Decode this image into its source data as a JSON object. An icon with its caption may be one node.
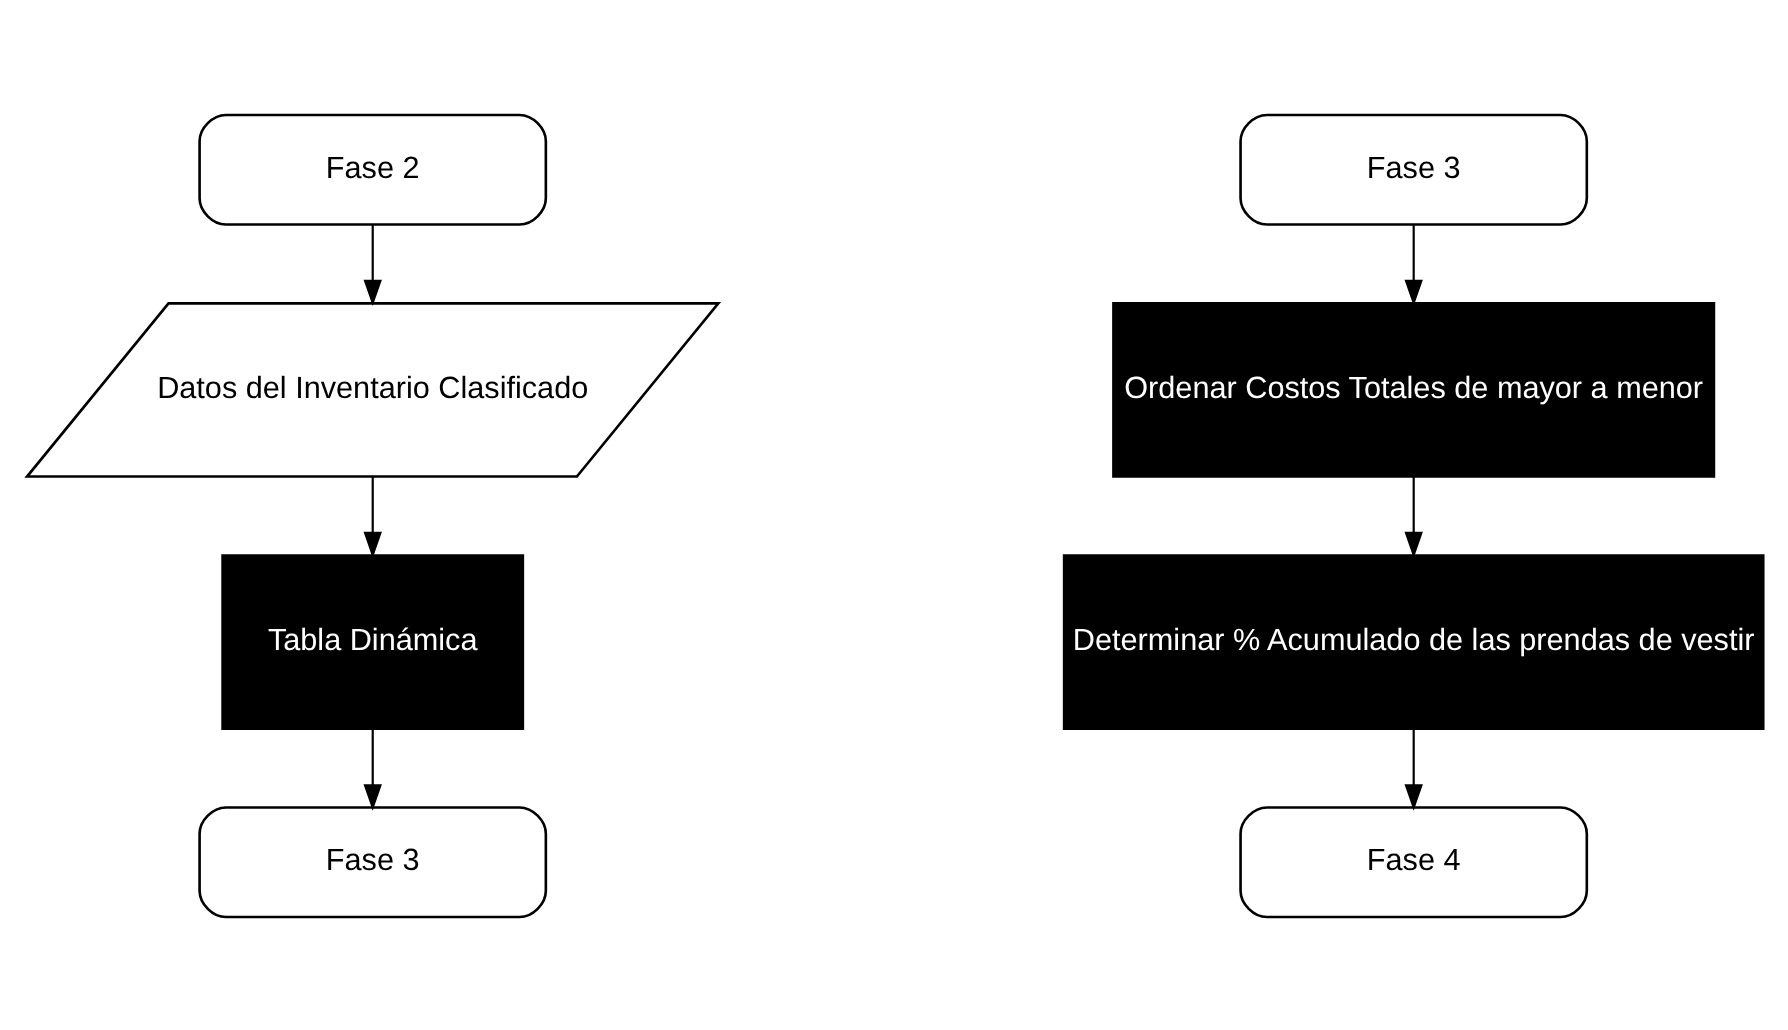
{
  "diagram": {
    "nodes": [
      {
        "text": [
          "Fase 2"
        ]
      },
      {
        "text": [
          "Datos del Inventario Clasificado"
        ]
      },
      {
        "text": [
          "Tabla Dinámica"
        ]
      },
      {
        "text": [
          "Fase 3"
        ]
      },
      {
        "text": [
          "Fase 3"
        ]
      },
      {
        "text": [
          "Ordenar Costos Totales de mayor a menor"
        ]
      },
      {
        "text": [
          "Determinar % Acumulado de las prendas de vestir"
        ]
      },
      {
        "text": [
          "Fase 4"
        ]
      }
    ],
    "edges": [
      {
        "from": 0,
        "to": 1,
        "arrow": "to"
      },
      {
        "from": 1,
        "to": 2,
        "arrow": "to"
      },
      {
        "from": 2,
        "to": 3,
        "arrow": "to"
      },
      {
        "from": 4,
        "to": 5,
        "arrow": "to"
      },
      {
        "from": 5,
        "to": 6,
        "arrow": "to"
      },
      {
        "from": 6,
        "to": 7,
        "arrow": "to"
      }
    ]
  }
}
